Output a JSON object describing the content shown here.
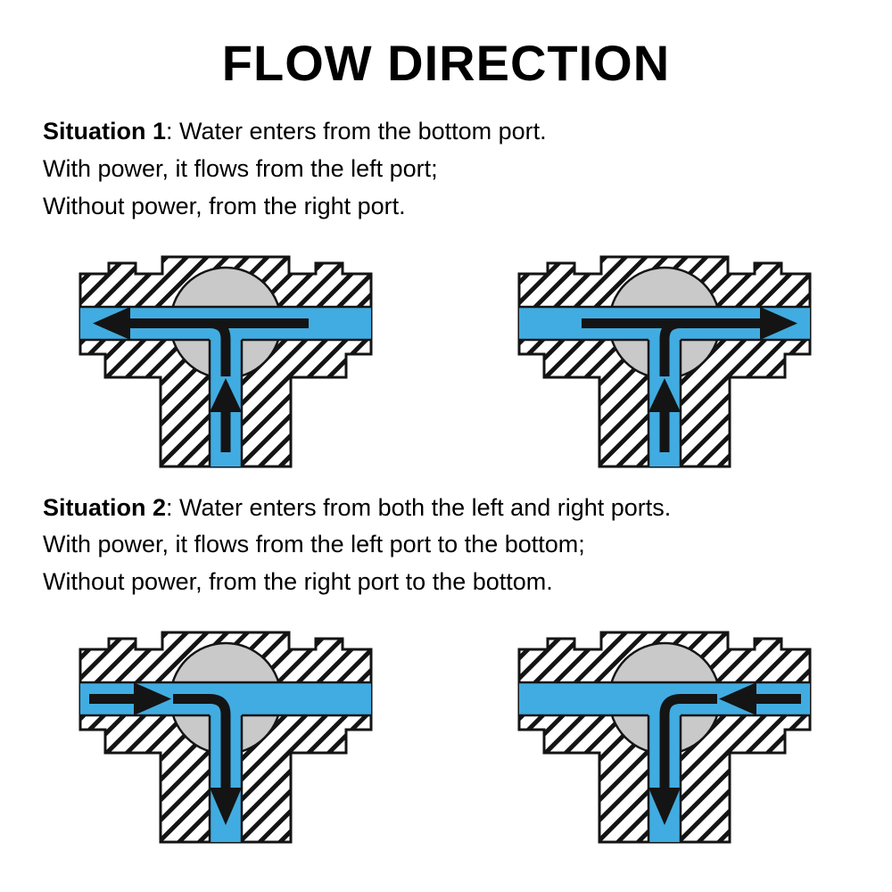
{
  "title": "FLOW DIRECTION",
  "situations": [
    {
      "label": "Situation 1",
      "intro": ": Water enters from the bottom port.",
      "line2": "With power, it flows from the left port;",
      "line3": "Without power, from the right port."
    },
    {
      "label": "Situation 2",
      "intro": ": Water enters from both the left and right ports.",
      "line2": "With power, it flows from the left port to the bottom;",
      "line3": "Without power, from the right port to the bottom."
    }
  ],
  "diagrams": [
    {
      "id": "situation1-with-power",
      "flow": "Water enters from the bottom port and exits from the left port"
    },
    {
      "id": "situation1-without-power",
      "flow": "Water enters from the bottom port and exits from the right port"
    },
    {
      "id": "situation2-with-power",
      "flow": "Water enters from the left port and exits from the bottom port"
    },
    {
      "id": "situation2-without-power",
      "flow": "Water enters from the right port and exits from the bottom port"
    }
  ],
  "colors": {
    "water": "#41ACE1",
    "ball": "#C9C9C9",
    "outline": "#141414",
    "arrow": "#141414",
    "background": "#FFFFFF",
    "text": "#000000"
  }
}
